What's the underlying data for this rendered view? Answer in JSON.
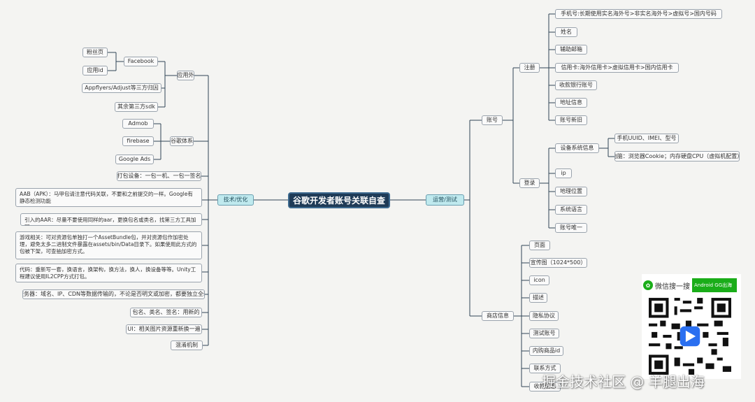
{
  "title": "谷歌开发者账号关联自查",
  "branches": {
    "left_label": "技术/优化",
    "right_label": "运营/测试"
  },
  "left": {
    "app_outside": {
      "label": "应用外",
      "facebook": {
        "label": "Facebook",
        "children": [
          "粉丝页",
          "应用id"
        ]
      },
      "appsflyer": "Appflyers/Adjust等三方归因",
      "other_sdk": "其余第三方sdk"
    },
    "google_system": {
      "label": "谷歌体系",
      "children": [
        "Admob",
        "firebase",
        "Google Ads"
      ]
    },
    "items": [
      "打包设备：一包一机、一包一签名",
      "AAB（APK）：马甲包请注意代码关联，不要和之前提交的一样。Google有静态检测功能",
      "引入的AAR：尽量不要使用同样的aar，更换包名或类名，找第三方工具加固。",
      "游戏相关：可对资源包单独打一个AssetBundle包，并对资源包作加密处理，避免太多二进制文件暴露在assets/bin/Data目录下。如果使用此方式的包被下架，可查抽加密方式。",
      "代码：重新写一套，换语言，换架构，换方法，换人，换设备等等。Unity工程建议使用IL2CPP方式打包。",
      "服务器：域名、IP、CDN等数据传输的，不论是否明文或加密，都要独立全新",
      "包名、类名、签名：用新的",
      "UI：相关图片资源重新换一遍",
      "混淆机制"
    ]
  },
  "right": {
    "account": {
      "label": "账号",
      "register": {
        "label": "注册",
        "children": [
          "手机号:长期使用实名海外号>非实名海外号>虚拟号>国内号码",
          "姓名",
          "辅助邮箱",
          "信用卡:海外信用卡>虚拟信用卡>国内信用卡",
          "收款银行账号",
          "地址信息",
          "账号新旧"
        ]
      },
      "login": {
        "label": "登录",
        "device": {
          "label": "设备系统信息",
          "children": [
            "手机UUID、IMEI、型号",
            "电脑：浏览器Cookie；内存硬盘CPU（虚拟机配置）"
          ]
        },
        "children": [
          "ip",
          "地理位置",
          "系统语言",
          "账号唯一"
        ]
      }
    },
    "store": {
      "label": "商店信息",
      "children": [
        "页面",
        "宣传图（1024*500）",
        "icon",
        "描述",
        "隐私协议",
        "测试账号",
        "内购商品id",
        "联系方式",
        "收款信息"
      ]
    }
  },
  "overlay": {
    "wechat_text": "微信搜一搜",
    "search_text": "Android GG出海",
    "watermark": "掘金技术社区 @ 羊腿出海"
  }
}
